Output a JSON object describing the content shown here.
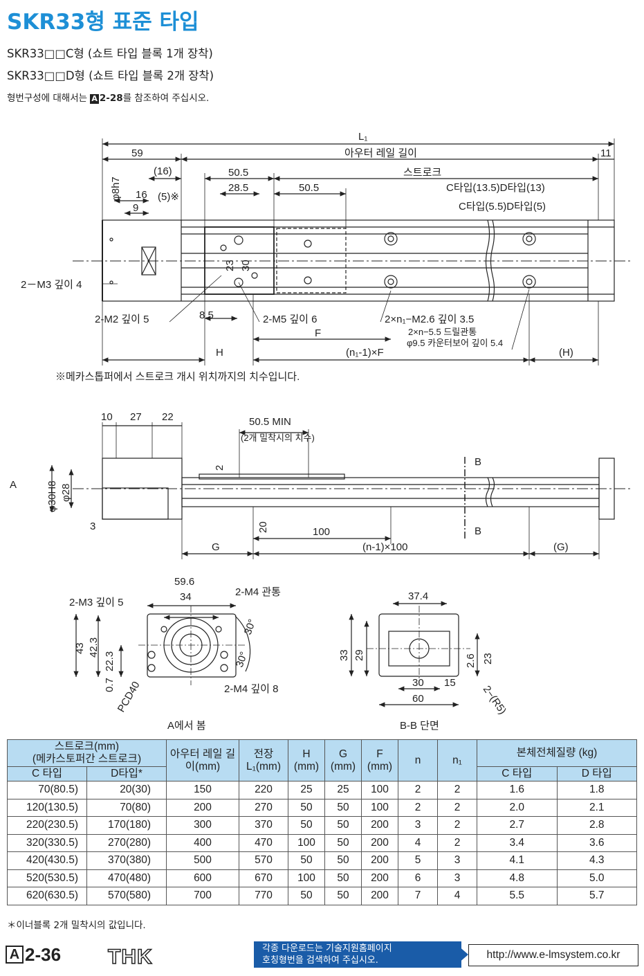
{
  "title": "SKR33형 표준 타입",
  "subtitle_c": "SKR33□□C형 (쇼트 타입 블록 1개 장착)",
  "subtitle_d": "SKR33□□D형 (쇼트 타입 블록 2개 장착)",
  "model_note_prefix": "형번구성에 대해서는 ",
  "model_note_badge": "A",
  "model_note_ref": "2-28",
  "model_note_suffix": "를 참조하여 주십시오.",
  "top_view": {
    "dims": [
      "L₁",
      "59",
      "아우터 레일 길이",
      "11",
      "(16)",
      "50.5",
      "스트로크",
      "28.5",
      "50.5",
      "φ8h7",
      "16",
      "(5)※",
      "9",
      "C타입(13.5)D타입(13)",
      "C타입(5.5)D타입(5)",
      "23",
      "30",
      "2－M3 깊이 4",
      "2-M2 깊이 5",
      "8.5",
      "2-M5 깊이 6",
      "2×n₁−M2.6 깊이 3.5",
      "2×n−5.5 드릴관통",
      "φ9.5 카운터보어 깊이 5.4",
      "F",
      "H",
      "(n₁-1)×F",
      "(H)"
    ],
    "footnote": "※메카스톱퍼에서 스트로크 개시 위치까지의 치수입니다."
  },
  "side_view": {
    "dims": [
      "10",
      "27",
      "22",
      "50.5 MIN",
      "(2개 밀착시의 치수)",
      "2",
      "φ30H8",
      "φ28",
      "A",
      "3",
      "20",
      "100",
      "B",
      "B",
      "G",
      "(n-1)×100",
      "(G)"
    ]
  },
  "end_view_a": {
    "dims": [
      "59.6",
      "34",
      "2-M3 깊이 5",
      "2-M4 관통",
      "43",
      "42.3",
      "22.3",
      "0.7",
      "30°",
      "30°",
      "PCD40",
      "2-M4 깊이 8"
    ],
    "caption": "A에서 봄"
  },
  "section_bb": {
    "dims": [
      "37.4",
      "33",
      "29",
      "2.6",
      "23",
      "30",
      "15",
      "60",
      "2−(R5)"
    ],
    "caption": "B-B 단면"
  },
  "table": {
    "header": {
      "stroke": "스트로크(mm)",
      "stroke_sub": "(메카스토퍼간 스트로크)",
      "c_type": "C 타입",
      "d_type": "D타입*",
      "outer_rail": "아우터 레일 길이(mm)",
      "total_len": "전장 L₁(mm)",
      "h": "H (mm)",
      "g": "G (mm)",
      "f": "F (mm)",
      "n": "n",
      "n1": "n₁",
      "mass": "본체전체질량 (kg)",
      "mass_c": "C 타입",
      "mass_d": "D 타입"
    },
    "rows": [
      {
        "c": "70(80.5)",
        "d": "20(30)",
        "rail": "150",
        "l1": "220",
        "h": "25",
        "g": "25",
        "f": "100",
        "n": "2",
        "n1": "2",
        "mc": "1.6",
        "md": "1.8"
      },
      {
        "c": "120(130.5)",
        "d": "70(80)",
        "rail": "200",
        "l1": "270",
        "h": "50",
        "g": "50",
        "f": "100",
        "n": "2",
        "n1": "2",
        "mc": "2.0",
        "md": "2.1"
      },
      {
        "c": "220(230.5)",
        "d": "170(180)",
        "rail": "300",
        "l1": "370",
        "h": "50",
        "g": "50",
        "f": "200",
        "n": "3",
        "n1": "2",
        "mc": "2.7",
        "md": "2.8"
      },
      {
        "c": "320(330.5)",
        "d": "270(280)",
        "rail": "400",
        "l1": "470",
        "h": "100",
        "g": "50",
        "f": "200",
        "n": "4",
        "n1": "2",
        "mc": "3.4",
        "md": "3.6"
      },
      {
        "c": "420(430.5)",
        "d": "370(380)",
        "rail": "500",
        "l1": "570",
        "h": "50",
        "g": "50",
        "f": "200",
        "n": "5",
        "n1": "3",
        "mc": "4.1",
        "md": "4.3"
      },
      {
        "c": "520(530.5)",
        "d": "470(480)",
        "rail": "600",
        "l1": "670",
        "h": "100",
        "g": "50",
        "f": "200",
        "n": "6",
        "n1": "3",
        "mc": "4.8",
        "md": "5.0"
      },
      {
        "c": "620(630.5)",
        "d": "570(580)",
        "rail": "700",
        "l1": "770",
        "h": "50",
        "g": "50",
        "f": "200",
        "n": "7",
        "n1": "4",
        "mc": "5.5",
        "md": "5.7"
      }
    ]
  },
  "table_footnote": "＊이너블록 2개 밀착시의 값입니다.",
  "page_badge": "A",
  "page_number": "2-36",
  "brand": "THK",
  "banner_line1": "각종 다운로드는 기술지원홈페이지",
  "banner_line2": "호칭형번을 검색하여 주십시오.",
  "url": "http://www.e-lmsystem.co.kr",
  "colors": {
    "title": "#1d8fd6",
    "table_header": "#b8dcf2",
    "banner": "#1a5ca8"
  }
}
